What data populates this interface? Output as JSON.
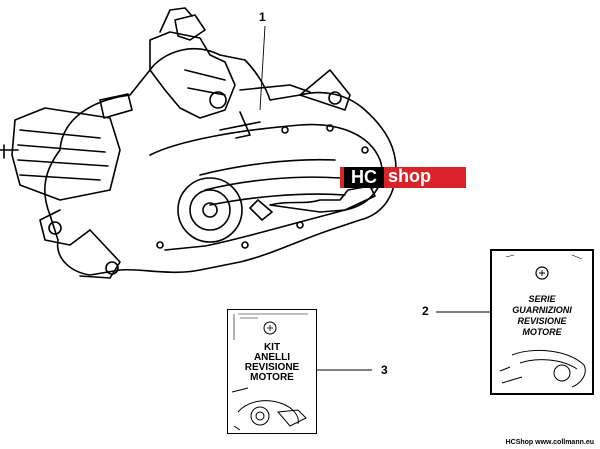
{
  "callouts": {
    "engine": "1",
    "gasket_set": "2",
    "ring_kit": "3"
  },
  "kit_card": {
    "lines": [
      "KIT",
      "ANELLI",
      "REVISIONE",
      "MOTORE"
    ]
  },
  "serie_card": {
    "lines": [
      "SERIE",
      "GUARNIZIONI",
      "REVISIONE",
      "MOTORE"
    ]
  },
  "watermark": {
    "hc": "HC",
    "shop": "shop",
    "colors": {
      "red": "#d8232a",
      "black": "#000000",
      "white": "#ffffff"
    }
  },
  "footer": {
    "text": "HCShop www.collmann.eu"
  },
  "icons": [
    "engine-drawing",
    "piaggio-logo-icon",
    "gasket-set-icon",
    "piston-ring-icon"
  ]
}
